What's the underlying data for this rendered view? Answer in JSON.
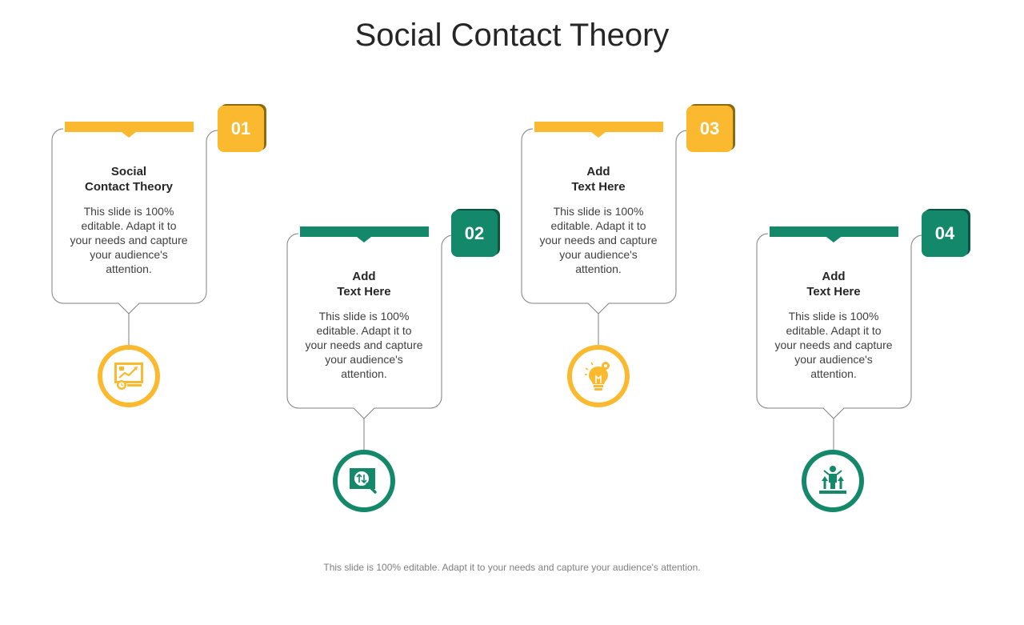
{
  "title": "Social Contact Theory",
  "footer": "This slide is 100% editable. Adapt it to your needs and capture your audience's attention.",
  "colors": {
    "yellow": "#FBB92F",
    "yellow_dark": "#8C6A10",
    "green": "#13886A",
    "green_dark": "#0C5641",
    "outline": "#7f7f7f"
  },
  "steps": [
    {
      "number": "01",
      "heading_line1": "Social",
      "heading_line2": "Contact Theory",
      "description": "This slide is 100% editable. Adapt it to your needs and capture your audience's attention.",
      "icon": "presentation-chart-icon",
      "color": "yellow"
    },
    {
      "number": "02",
      "heading_line1": "Add",
      "heading_line2": "Text Here",
      "description": "This slide is 100% editable. Adapt it to your needs and capture your audience's attention.",
      "icon": "magnifier-analysis-icon",
      "color": "green"
    },
    {
      "number": "03",
      "heading_line1": "Add",
      "heading_line2": "Text Here",
      "description": "This slide is 100% editable. Adapt it to your needs and capture your audience's attention.",
      "icon": "lightbulb-gear-icon",
      "color": "yellow"
    },
    {
      "number": "04",
      "heading_line1": "Add",
      "heading_line2": "Text Here",
      "description": "This slide is 100% editable. Adapt it to your needs and capture your audience's attention.",
      "icon": "leader-growth-icon",
      "color": "green"
    }
  ]
}
